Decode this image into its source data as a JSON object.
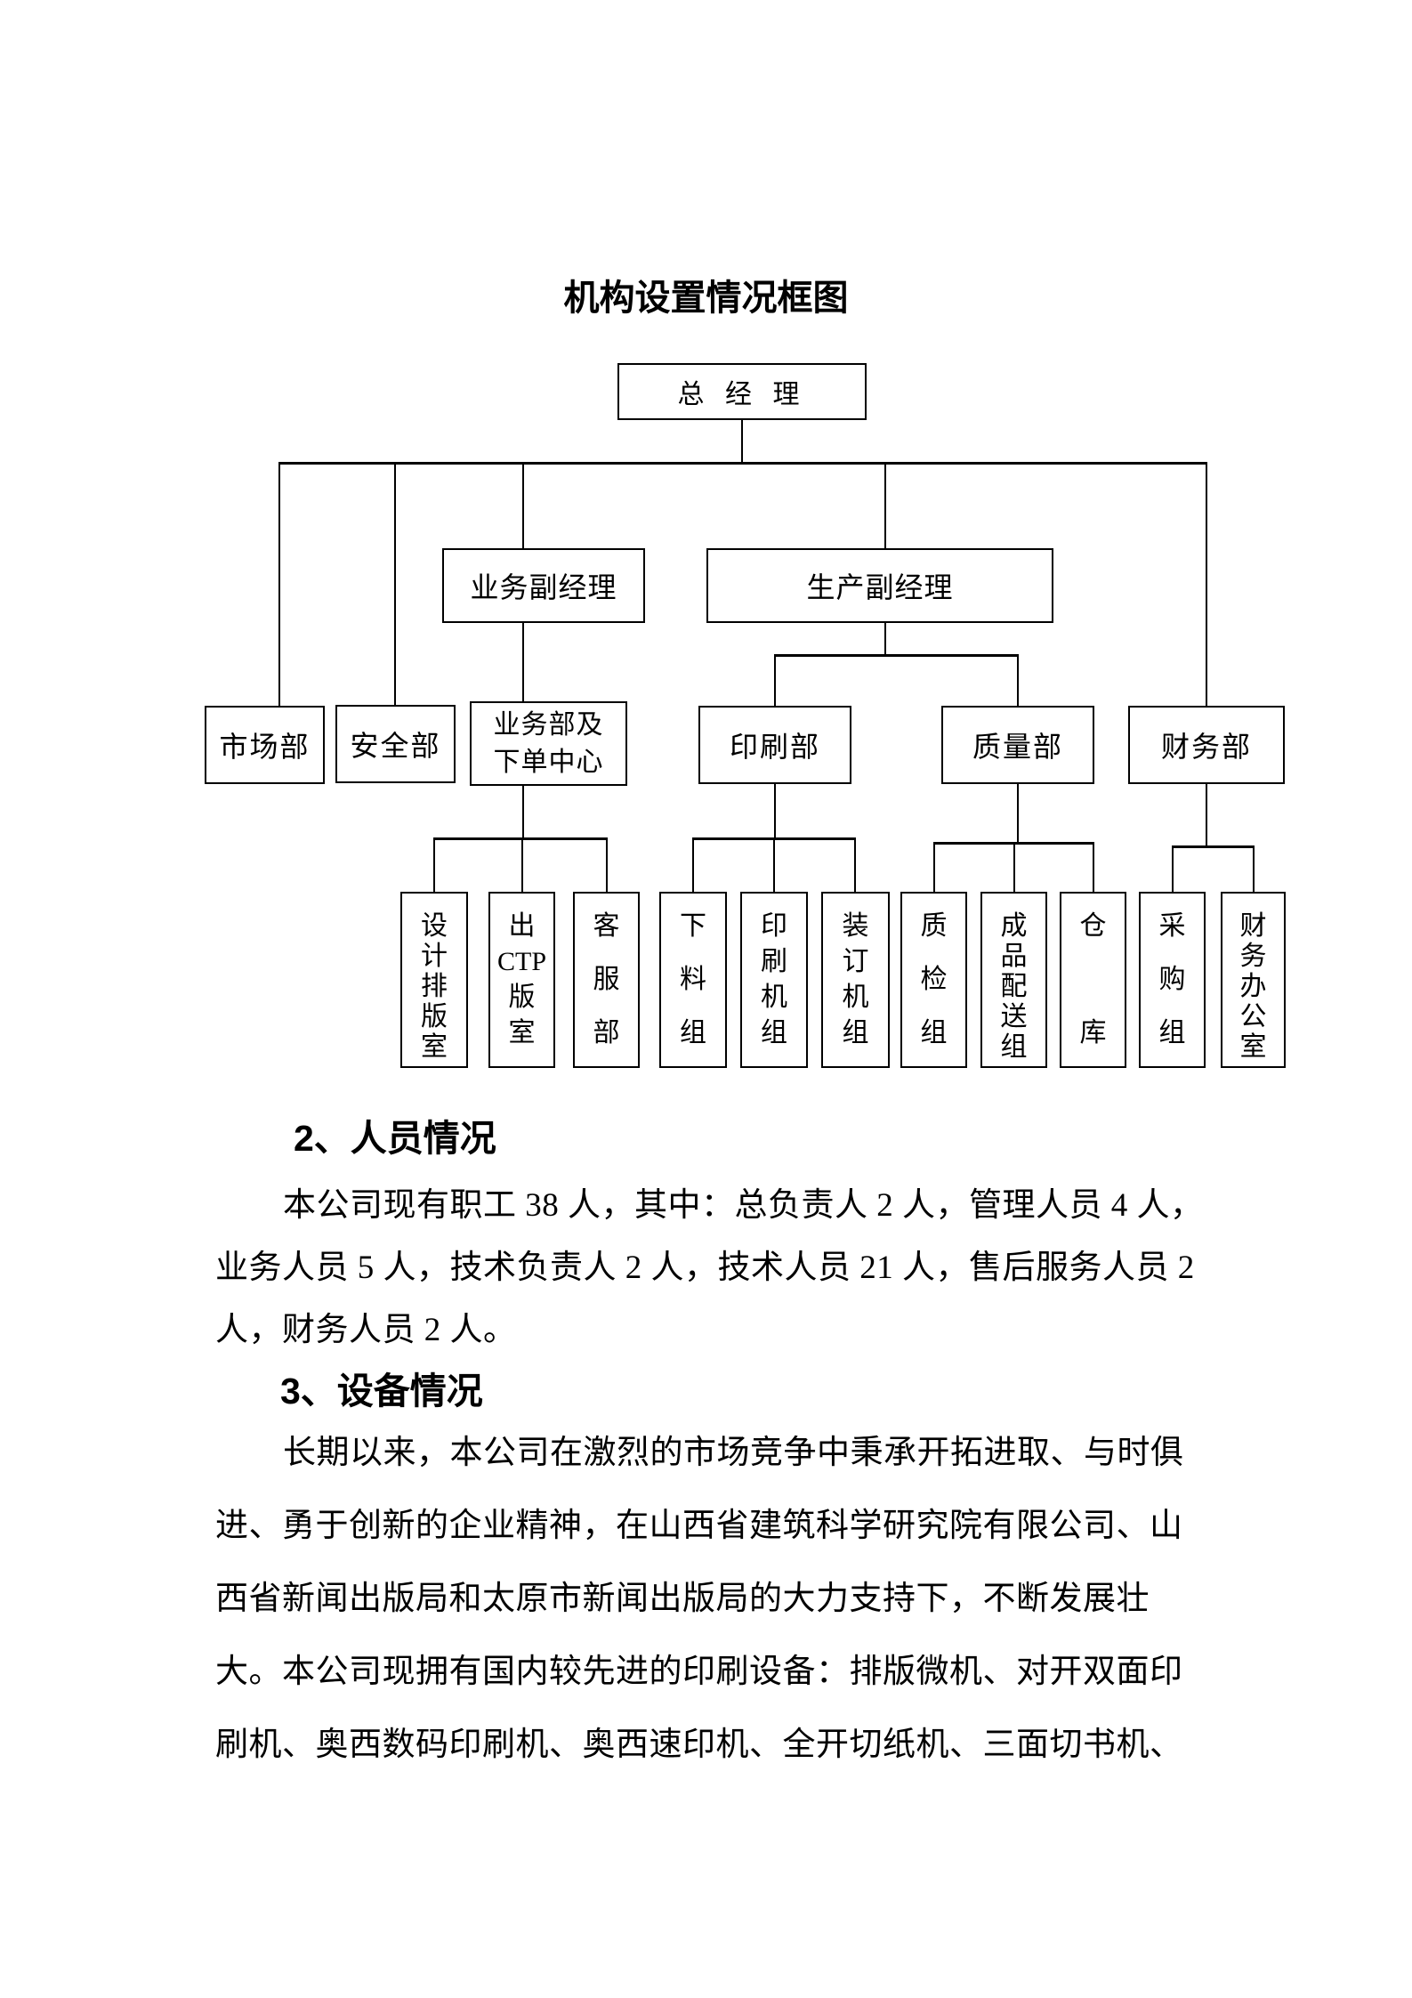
{
  "org": {
    "title": "机构设置情况框图",
    "nodes": {
      "gm": "总 经 理",
      "biz_deputy": "业务副经理",
      "prod_deputy": "生产副经理",
      "marketing": "市场部",
      "safety": "安全部",
      "biz_order": "业务部及\n下单中心",
      "printing": "印刷部",
      "quality": "质量部",
      "finance": "财务部",
      "design_room": "设\n计\n排\n版\n室",
      "ctp_room": "出\nCTP\n版\n室",
      "customer_service": "客\n服\n部",
      "blanking": "下\n料\n组",
      "press_group": "印\n刷\n机\n组",
      "binding_group": "装\n订\n机\n组",
      "qc_group": "质\n检\n组",
      "delivery_group": "成\n品\n配\n送\n组",
      "warehouse": "仓\n库",
      "purchasing": "采\n购\n组",
      "finance_office": "财\n务\n办\n公\n室"
    }
  },
  "sections": {
    "personnel": {
      "heading": "2、人员情况",
      "lines": [
        "本公司现有职工 38 人，其中：总负责人 2 人，管理人员 4 人，",
        "业务人员 5 人，技术负责人 2 人，技术人员 21 人，售后服务人员 2",
        "人，财务人员 2 人。"
      ]
    },
    "equipment": {
      "heading": "3、设备情况",
      "lines": [
        "长期以来，本公司在激烈的市场竞争中秉承开拓进取、与时俱",
        "进、勇于创新的企业精神，在山西省建筑科学研究院有限公司、山",
        "西省新闻出版局和太原市新闻出版局的大力支持下，不断发展壮",
        "大。本公司现拥有国内较先进的印刷设备：排版微机、对开双面印",
        "刷机、奥西数码印刷机、奥西速印机、全开切纸机、三面切书机、"
      ]
    }
  },
  "colors": {
    "ink": "#000000",
    "paper": "#ffffff"
  }
}
